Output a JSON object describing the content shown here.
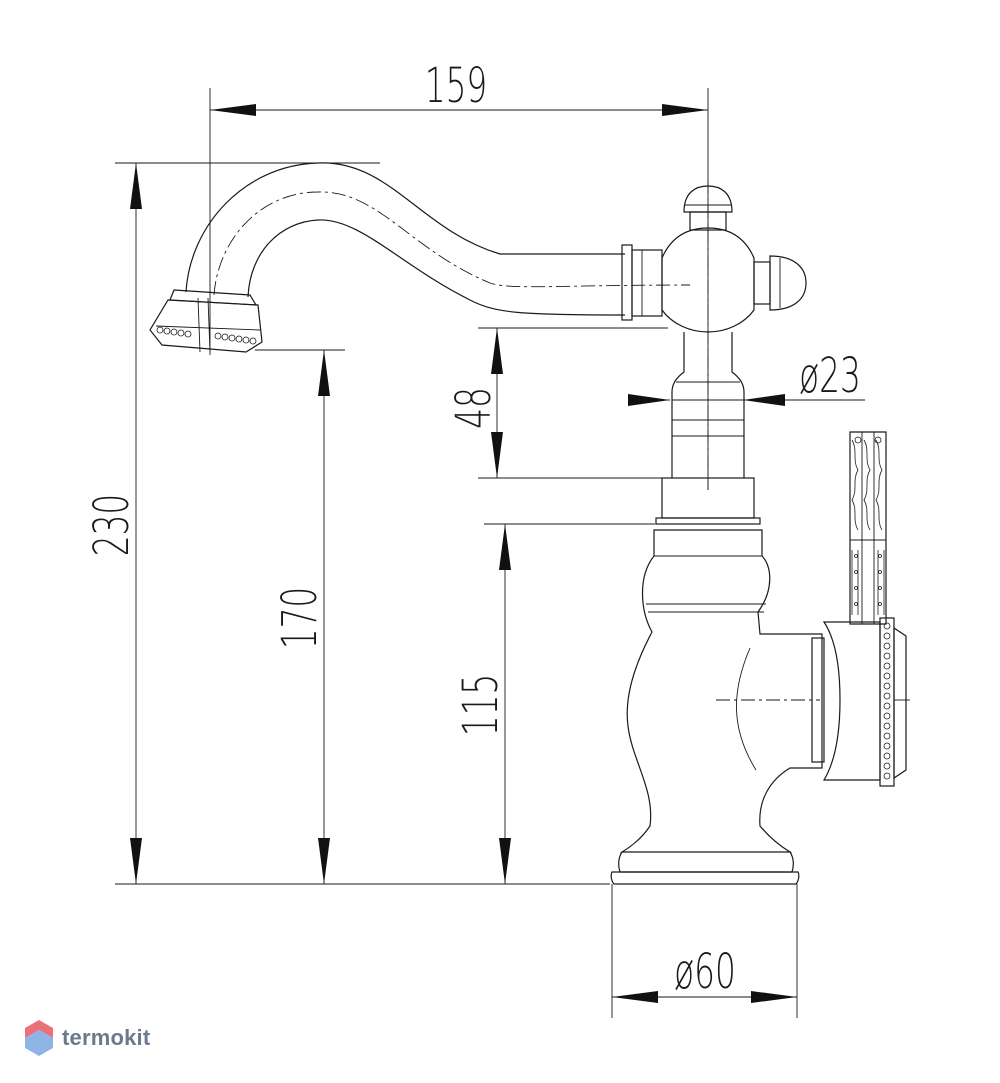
{
  "drawing": {
    "dimensions": {
      "spout_reach": "159",
      "total_height": "230",
      "spout_height": "170",
      "body_height": "115",
      "neck_height": "48",
      "neck_diameter": "ø23",
      "base_diameter": "ø60"
    }
  },
  "brand": {
    "name": "termokit",
    "logo_colors": [
      "#e8717a",
      "#8fb4e6"
    ]
  }
}
